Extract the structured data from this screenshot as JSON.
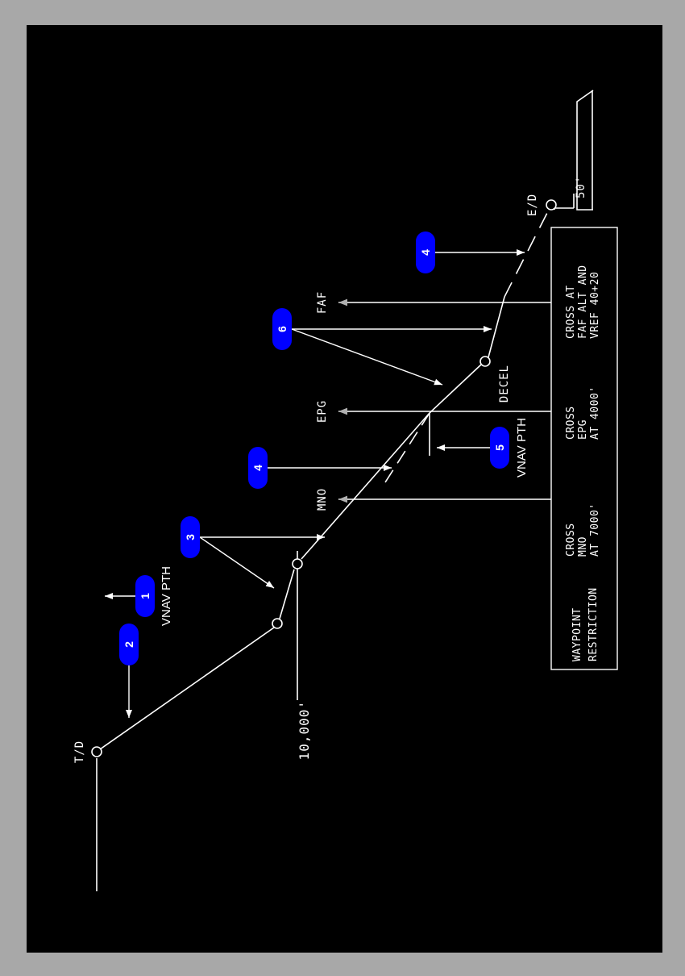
{
  "labels": {
    "td": "T/D",
    "ed": "E/D",
    "alt_10000": "10,000'",
    "alt_50": "50'",
    "mno": "MNO",
    "epg": "EPG",
    "faf": "FAF",
    "decel": "DECEL",
    "vnav_pth_1": "VNAV PTH",
    "vnav_pth_5": "VNAV PTH"
  },
  "restriction_box": {
    "header_line1": "WAYPOINT",
    "header_line2": "RESTRICTION",
    "mno_line1": "CROSS",
    "mno_line2": "MNO",
    "mno_line3": "AT 7000'",
    "epg_line1": "CROSS",
    "epg_line2": "EPG",
    "epg_line3": "AT 4000'",
    "faf_line1": "CROSS AT",
    "faf_line2": "FAF ALT AND",
    "faf_line3": "VREF 40+20"
  },
  "badges": {
    "b1": "1",
    "b2": "2",
    "b3": "3",
    "b4a": "4",
    "b4b": "4",
    "b5": "5",
    "b6": "6"
  },
  "colors": {
    "frame": "#a8a8a8",
    "background": "#000000",
    "line": "#ffffff",
    "badge": "#0000ff",
    "pointer_arrow": "#a0a0a0"
  }
}
